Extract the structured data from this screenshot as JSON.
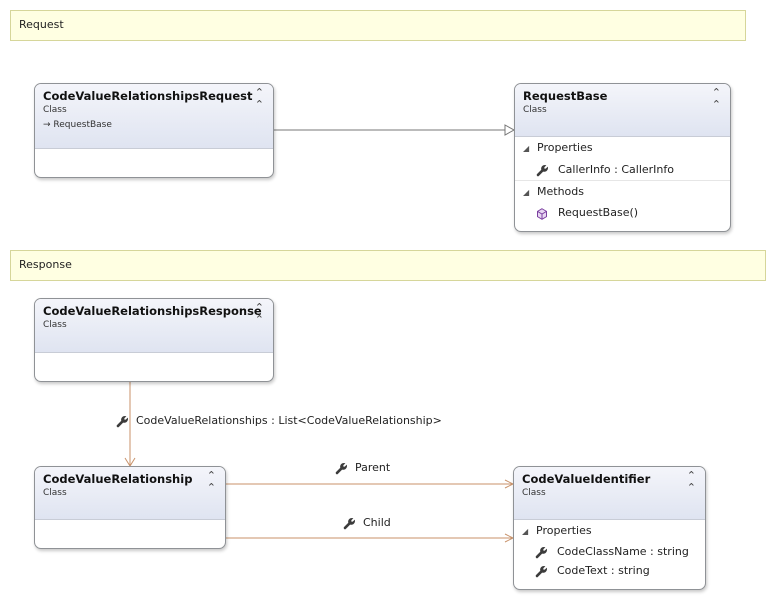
{
  "sections": {
    "request": "Request",
    "response": "Response"
  },
  "classes": {
    "request": {
      "name": "CodeValueRelationshipsRequest",
      "stereotype": "Class",
      "base": "RequestBase"
    },
    "request_base": {
      "name": "RequestBase",
      "stereotype": "Class",
      "properties_label": "Properties",
      "property": "CallerInfo : CallerInfo",
      "methods_label": "Methods",
      "method": "RequestBase()"
    },
    "response": {
      "name": "CodeValueRelationshipsResponse",
      "stereotype": "Class"
    },
    "relationship": {
      "name": "CodeValueRelationship",
      "stereotype": "Class"
    },
    "identifier": {
      "name": "CodeValueIdentifier",
      "stereotype": "Class",
      "properties_label": "Properties",
      "property_1": "CodeClassName : string",
      "property_2": "CodeText : string"
    }
  },
  "associations": {
    "relationships": "CodeValueRelationships : List<CodeValueRelationship>",
    "parent": "Parent",
    "child": "Child"
  },
  "icons": {
    "property": "wrench-icon",
    "method": "cube-icon",
    "collapse": "double-chevron-up-icon",
    "inherits": "arrow-right-icon"
  },
  "colors": {
    "section_fill": "#ffffe2",
    "class_header": "#dfe4f1",
    "association_line": "#c8926a",
    "inheritance_line": "#777777",
    "method_icon": "#7b3fa0"
  }
}
